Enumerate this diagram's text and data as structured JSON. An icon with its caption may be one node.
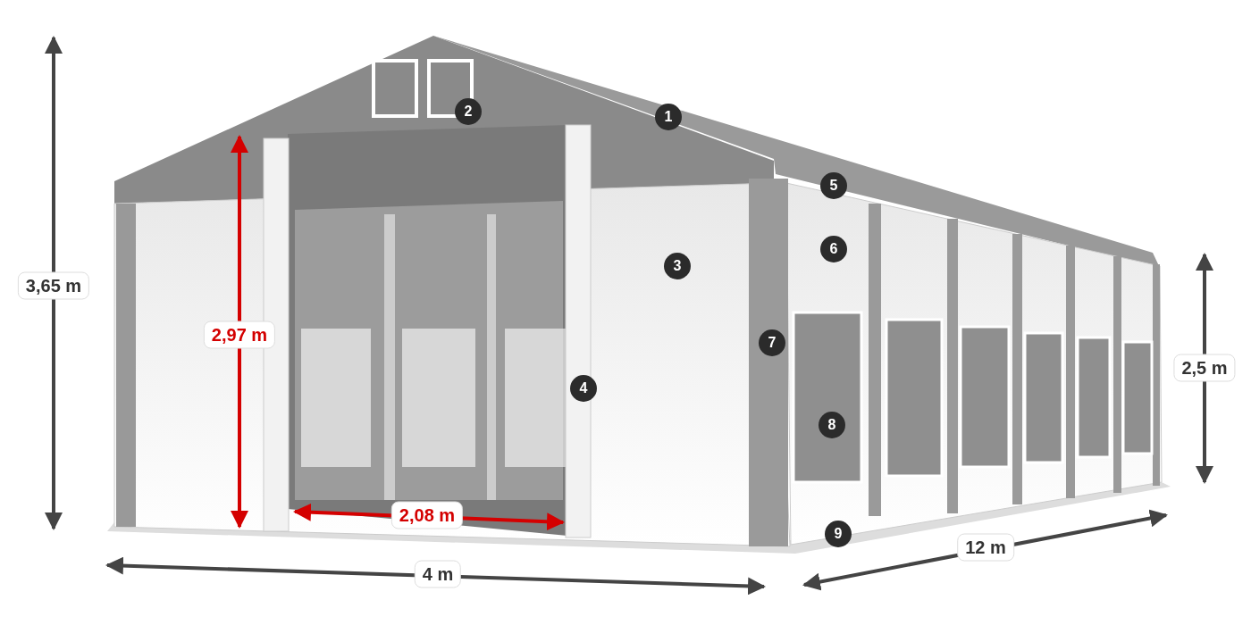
{
  "diagram": {
    "labels": [
      "1",
      "2",
      "3",
      "4",
      "5",
      "6",
      "7",
      "8",
      "9",
      "3,65 m",
      "2,97 m",
      "2,08 m",
      "4 m",
      "12 m",
      "2,5 m"
    ]
  }
}
